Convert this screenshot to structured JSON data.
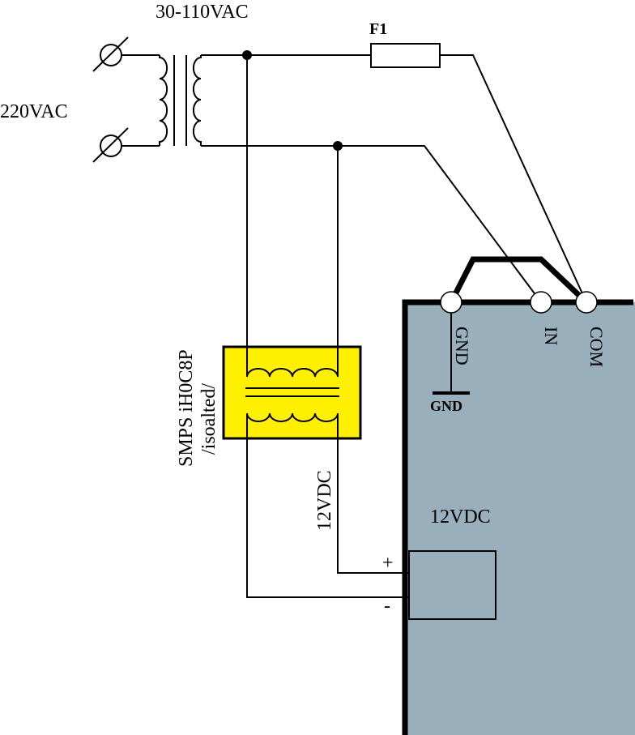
{
  "labels": {
    "secondary_voltage": "30-110VAC",
    "mains_voltage": "220VAC",
    "fuse": "F1",
    "smps_name": "SMPS iH0C8P",
    "smps_note": "/isoalted/",
    "smps_output": "12VDC",
    "device_supply": "12VDC",
    "plus": "+",
    "minus": "-"
  },
  "terminals": {
    "gnd": "GND",
    "in": "IN",
    "com": "COM",
    "ground_symbol": "GND"
  },
  "colors": {
    "device_fill": "#9aafbc",
    "smps_fill": "#ffef00",
    "wire": "#000000",
    "terminal_fill": "#ffffff"
  }
}
